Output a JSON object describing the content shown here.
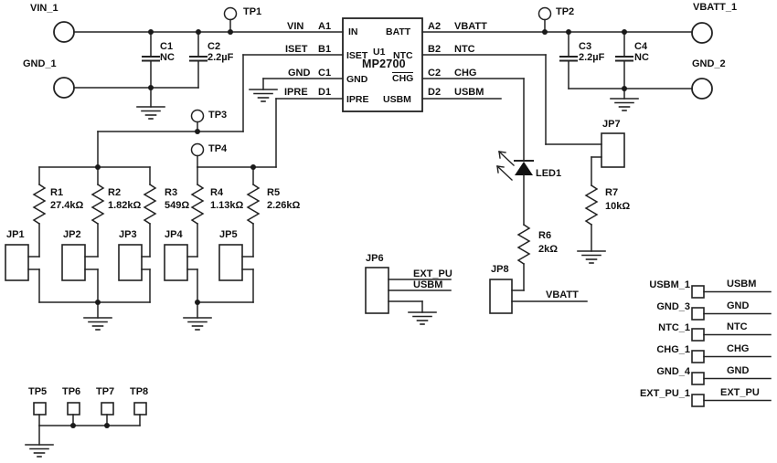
{
  "ports": {
    "vin_1": "VIN_1",
    "gnd_1": "GND_1",
    "vbatt_1": "VBATT_1",
    "gnd_2": "GND_2"
  },
  "test_points": {
    "tp1": "TP1",
    "tp2": "TP2",
    "tp3": "TP3",
    "tp4": "TP4",
    "tp5": "TP5",
    "tp6": "TP6",
    "tp7": "TP7",
    "tp8": "TP8"
  },
  "ic": {
    "ref": "U1",
    "part": "MP2700",
    "pins": {
      "a1": {
        "net": "VIN",
        "num": "A1",
        "name": "IN"
      },
      "b1": {
        "net": "ISET",
        "num": "B1",
        "name": "ISET"
      },
      "c1": {
        "net": "GND",
        "num": "C1",
        "name": "GND"
      },
      "d1": {
        "net": "IPRE",
        "num": "D1",
        "name": "IPRE"
      },
      "a2": {
        "net": "VBATT",
        "num": "A2",
        "name": "BATT"
      },
      "b2": {
        "net": "NTC",
        "num": "B2",
        "name": "NTC"
      },
      "c2": {
        "net": "CHG",
        "num": "C2",
        "name": "CHG"
      },
      "d2": {
        "net": "USBM",
        "num": "D2",
        "name": "USBM"
      }
    }
  },
  "capacitors": {
    "c1": {
      "ref": "C1",
      "value": "NC"
    },
    "c2": {
      "ref": "C2",
      "value": "2.2µF"
    },
    "c3": {
      "ref": "C3",
      "value": "2.2µF"
    },
    "c4": {
      "ref": "C4",
      "value": "NC"
    }
  },
  "resistors": {
    "r1": {
      "ref": "R1",
      "value": "27.4kΩ"
    },
    "r2": {
      "ref": "R2",
      "value": "1.82kΩ"
    },
    "r3": {
      "ref": "R3",
      "value": "549Ω"
    },
    "r4": {
      "ref": "R4",
      "value": "1.13kΩ"
    },
    "r5": {
      "ref": "R5",
      "value": "2.26kΩ"
    },
    "r6": {
      "ref": "R6",
      "value": "2kΩ"
    },
    "r7": {
      "ref": "R7",
      "value": "10kΩ"
    }
  },
  "jumpers": {
    "jp1": "JP1",
    "jp2": "JP2",
    "jp3": "JP3",
    "jp4": "JP4",
    "jp5": "JP5",
    "jp6": "JP6",
    "jp7": "JP7",
    "jp8": "JP8"
  },
  "diodes": {
    "led1": "LED1"
  },
  "net_labels": {
    "jp6_ext_pu": "EXT_PU",
    "jp6_usbm": "USBM",
    "jp8_vbatt": "VBATT"
  },
  "connector_pads": [
    {
      "name": "USBM_1",
      "net": "USBM"
    },
    {
      "name": "GND_3",
      "net": "GND"
    },
    {
      "name": "NTC_1",
      "net": "NTC"
    },
    {
      "name": "CHG_1",
      "net": "CHG"
    },
    {
      "name": "GND_4",
      "net": "GND"
    },
    {
      "name": "EXT_PU_1",
      "net": "EXT_PU"
    }
  ],
  "colors": {
    "line": "#222222",
    "text": "#111111",
    "background": "#ffffff"
  }
}
